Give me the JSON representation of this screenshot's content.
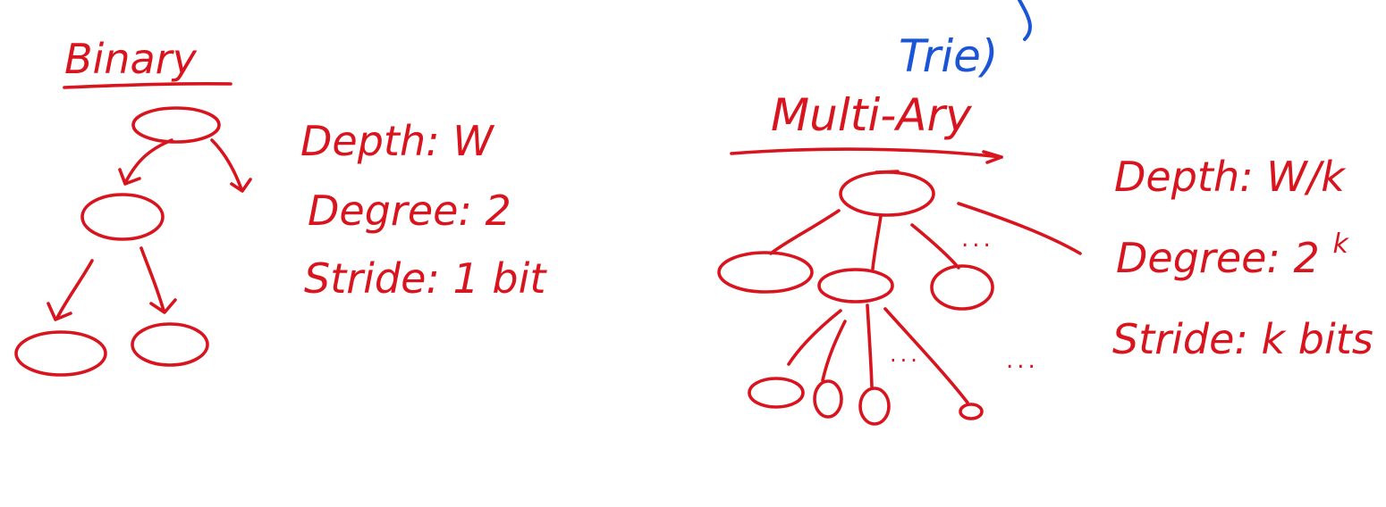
{
  "colors": {
    "background": "#ffffff",
    "ink_red": "#d8141e",
    "ink_blue": "#1a55d6"
  },
  "top_note": {
    "text": "Trie)"
  },
  "binary": {
    "title": "Binary",
    "depth": "Depth: W",
    "degree": "Degree: 2",
    "stride": "Stride: 1 bit"
  },
  "multi_ary": {
    "title": "Multi-Ary",
    "depth": "Depth: W/k",
    "degree_prefix": "Degree: 2",
    "degree_exp": "k",
    "stride": "Stride: k bits",
    "ellipsis": "..."
  }
}
